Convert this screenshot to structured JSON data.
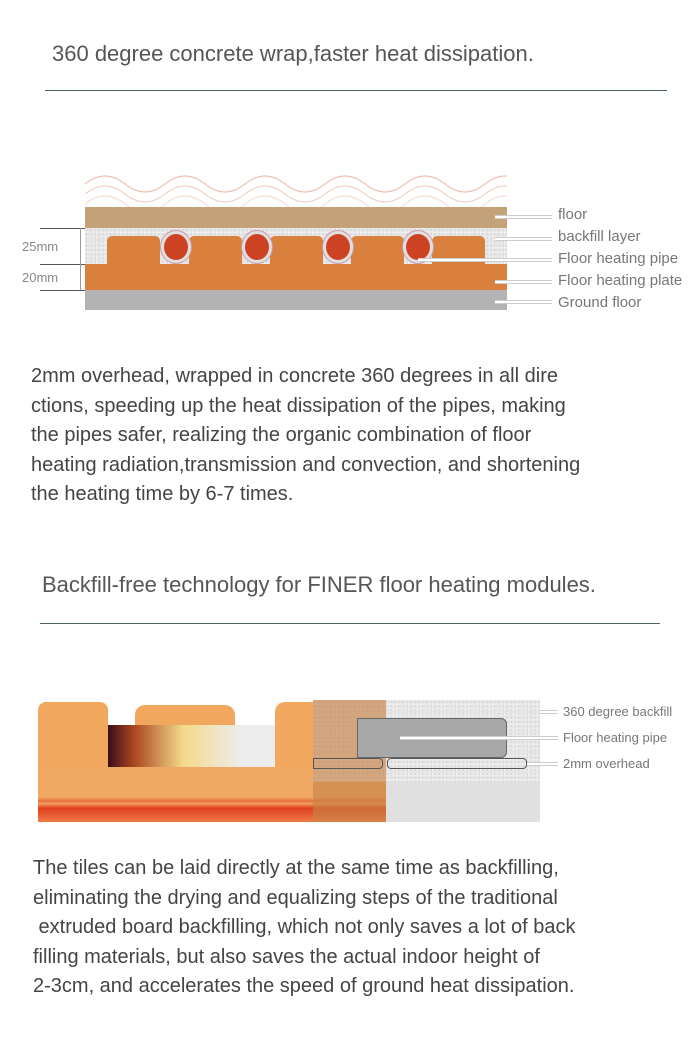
{
  "section1": {
    "heading": "360 degree concrete wrap,faster heat dissipation.",
    "diagram": {
      "dimensions": [
        "25mm",
        "20mm"
      ],
      "labels": [
        "floor",
        "backfill layer",
        "Floor heating pipe",
        "Floor heating plate",
        "Ground floor"
      ]
    },
    "paragraph": "2mm overhead, wrapped in concrete 360 degrees in all dire\nctions, speeding up the heat dissipation of the pipes, making\nthe pipes safer, realizing the organic combination of floor\nheating radiation,transmission and convection, and shortening\nthe heating time by 6-7 times."
  },
  "section2": {
    "heading": "Backfill-free technology for FINER floor heating modules.",
    "diagram": {
      "labels": [
        "360 degree backfill",
        "Floor heating pipe",
        "2mm overhead"
      ]
    },
    "paragraph": "The tiles can be laid directly at the same time as backfilling,\neliminating the drying and equalizing steps of the traditional\n extruded board backfilling, which not only saves a lot of back\nfilling materials, but also saves the actual indoor height of\n2-3cm, and accelerates the speed of ground heat dissipation."
  }
}
